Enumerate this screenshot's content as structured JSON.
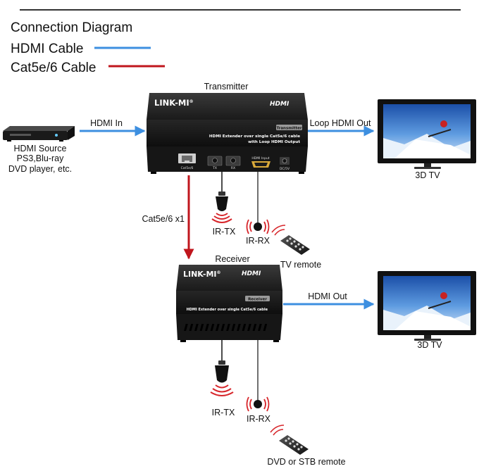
{
  "legend": {
    "title": "Connection Diagram",
    "items": [
      {
        "label": "HDMI Cable",
        "color": "#3d8fe0"
      },
      {
        "label": "Cat5e/6 Cable",
        "color": "#c0161d"
      }
    ]
  },
  "source": {
    "line1": "HDMI Source",
    "line2": "PS3,Blu-ray",
    "line3": "DVD player, etc."
  },
  "transmitter": {
    "caption": "Transmitter",
    "brand": "LINK-MI",
    "reg": "®",
    "hdmi_logo": "HDMI",
    "badge": "Transmitter",
    "desc1": "HDMI Extender over single Cat5e/6 cable",
    "desc2": "with Loop HDMI Output",
    "ports": {
      "lan": "Cat5e/6",
      "tx": "TX",
      "rx": "RX",
      "hdmi": "HDMI Input",
      "dc": "DC/5V"
    }
  },
  "receiver": {
    "caption": "Receiver",
    "brand": "LINK-MI",
    "reg": "®",
    "hdmi_logo": "HDMI",
    "badge": "Receiver",
    "desc1": "HDMI Extender over single Cat5e/6 cable"
  },
  "links": {
    "hdmi_in": "HDMI In",
    "loop_out": "Loop HDMI Out",
    "hdmi_out": "HDMI Out",
    "cat_cable": "Cat5e/6 x1"
  },
  "ir": {
    "tx_label_1": "IR-TX",
    "rx_label_1": "IR-RX",
    "tx_label_2": "IR-TX",
    "rx_label_2": "IR-RX"
  },
  "remotes": {
    "tv_remote": "TV remote",
    "dvd_remote": "DVD or STB remote"
  },
  "tvs": {
    "tv1_label": "3D TV",
    "tv2_label": "3D TV"
  },
  "colors": {
    "hdmi": "#3d8fe0",
    "cat": "#c0161d",
    "ir_wave": "#d7262b",
    "device": "#2a2a2a"
  }
}
